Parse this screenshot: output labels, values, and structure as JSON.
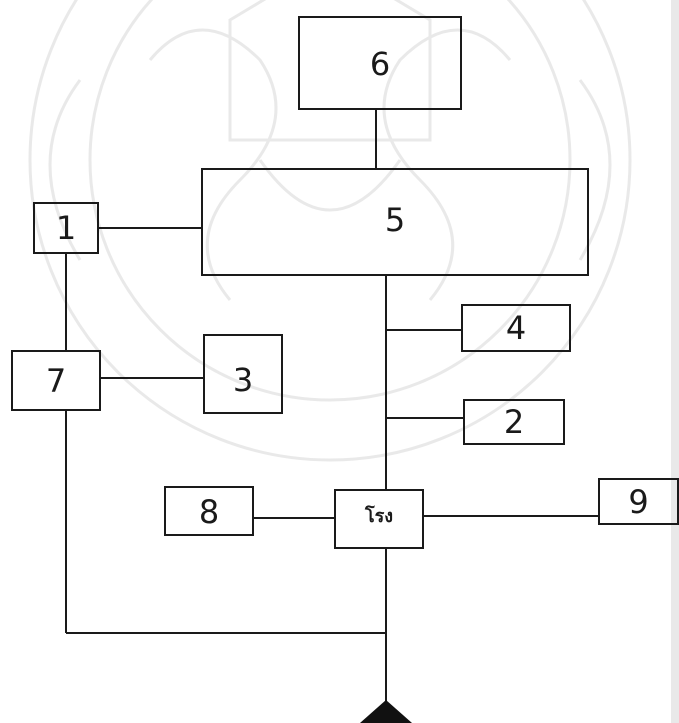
{
  "diagram": {
    "nodes": [
      {
        "id": "n1",
        "label": "1"
      },
      {
        "id": "n2",
        "label": "2"
      },
      {
        "id": "n3",
        "label": "3"
      },
      {
        "id": "n4",
        "label": "4"
      },
      {
        "id": "n5",
        "label": "5"
      },
      {
        "id": "n6",
        "label": "6"
      },
      {
        "id": "n7",
        "label": "7"
      },
      {
        "id": "n8",
        "label": "8"
      },
      {
        "id": "n9",
        "label": "9"
      },
      {
        "id": "hub",
        "label": "โรง"
      }
    ],
    "edges": [
      {
        "from": "n6",
        "to": "n5"
      },
      {
        "from": "n1",
        "to": "n5"
      },
      {
        "from": "n1",
        "to": "n7"
      },
      {
        "from": "n7",
        "to": "n3"
      },
      {
        "from": "n5",
        "to": "n4"
      },
      {
        "from": "n5",
        "to": "n2"
      },
      {
        "from": "n5",
        "to": "hub"
      },
      {
        "from": "n8",
        "to": "hub"
      },
      {
        "from": "hub",
        "to": "n9"
      },
      {
        "from": "n7",
        "to": "hub"
      }
    ],
    "line_color": "#1a1a1a",
    "watermark_color": "#8a8a8a"
  }
}
